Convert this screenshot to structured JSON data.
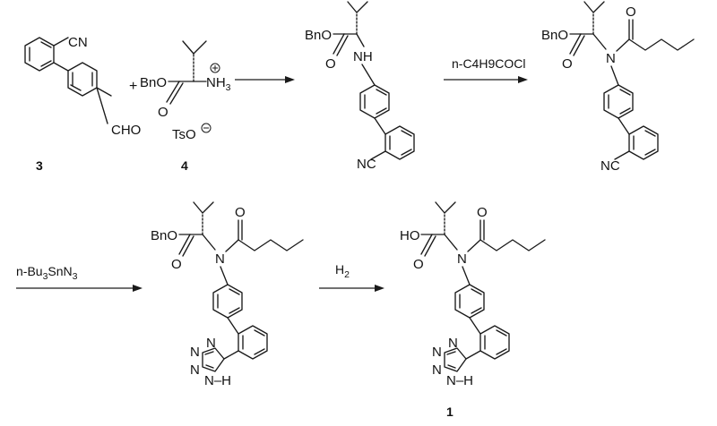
{
  "scheme": {
    "compounds": {
      "c3": {
        "label": "3",
        "cn": "CN",
        "cho": "CHO"
      },
      "c4": {
        "label": "4",
        "ester": "BnO",
        "amine": "NH",
        "amine_sub": "3",
        "counterion": "TsO"
      },
      "p1": {
        "ester": "BnO",
        "amine": "NH",
        "cn": "NC"
      },
      "p2": {
        "ester": "BnO",
        "n": "N",
        "cn": "NC"
      },
      "p3": {
        "ester": "BnO",
        "n": "N",
        "tetrazole_nh": "N–H"
      },
      "c1": {
        "label": "1",
        "acid": "HO",
        "n": "N",
        "tetrazole_nh": "N–H"
      }
    },
    "plus_sign": "+",
    "reagents": {
      "step2": "n-C4H9COCl",
      "step3_prefix": "n-Bu",
      "step3_sub1": "3",
      "step3_mid": "SnN",
      "step3_sub2": "3",
      "step4_main": "H",
      "step4_sub": "2"
    }
  }
}
